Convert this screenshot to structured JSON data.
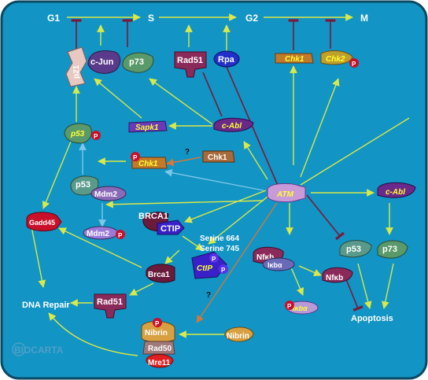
{
  "phases": {
    "g1": "G1",
    "s": "S",
    "g2": "G2",
    "m": "M"
  },
  "nodes": {
    "p21": "p21",
    "cjun": "c-Jun",
    "p73_top": "p73",
    "rad51_top": "Rad51",
    "rpa": "Rpa",
    "chk1_top": "Chk1",
    "chk2": "Chk2",
    "p53_left": "p53",
    "sapk1": "Sapk1",
    "cabl_mid": "c-Abl",
    "chk1_p": "Chk1",
    "chk1_plain": "Chk1",
    "p53_mdm": "p53",
    "mdm2": "Mdm2",
    "atm": "ATM",
    "cabl_right": "c-Abl",
    "gadd45": "Gadd45",
    "mdm2_p": "Mdm2",
    "brca1_top": "BRCA1",
    "ctip_top": "CTIP",
    "ctip": "CtIP",
    "serine664": "Serine 664",
    "serine745": "Serine 745",
    "brca1": "Brca1",
    "nfkb": "Nfκb",
    "ikba": "Iκbα",
    "nfkb2": "Nfκb",
    "ikba_p": "Iκbα",
    "p53_right": "p53",
    "p73_right": "p73",
    "rad51_bottom": "Rad51",
    "nibrin_complex": "Nibrin",
    "rad50": "Rad50",
    "mre11": "Mre11",
    "nibrin_free": "Nibrin"
  },
  "outcomes": {
    "dna_repair": "DNA Repair",
    "apoptosis": "Apoptosis"
  },
  "unknown_marks": {
    "q1": "?",
    "q2": "?"
  },
  "phospho": "P",
  "watermark": "BIOCARTA",
  "colors": {
    "background": "#1294c4",
    "border": "#0a4a63",
    "activation": "#d9e84a",
    "inhibition": "#7a1a3a",
    "path_blue": "#7ec7e8",
    "path_orange": "#d2783c"
  }
}
